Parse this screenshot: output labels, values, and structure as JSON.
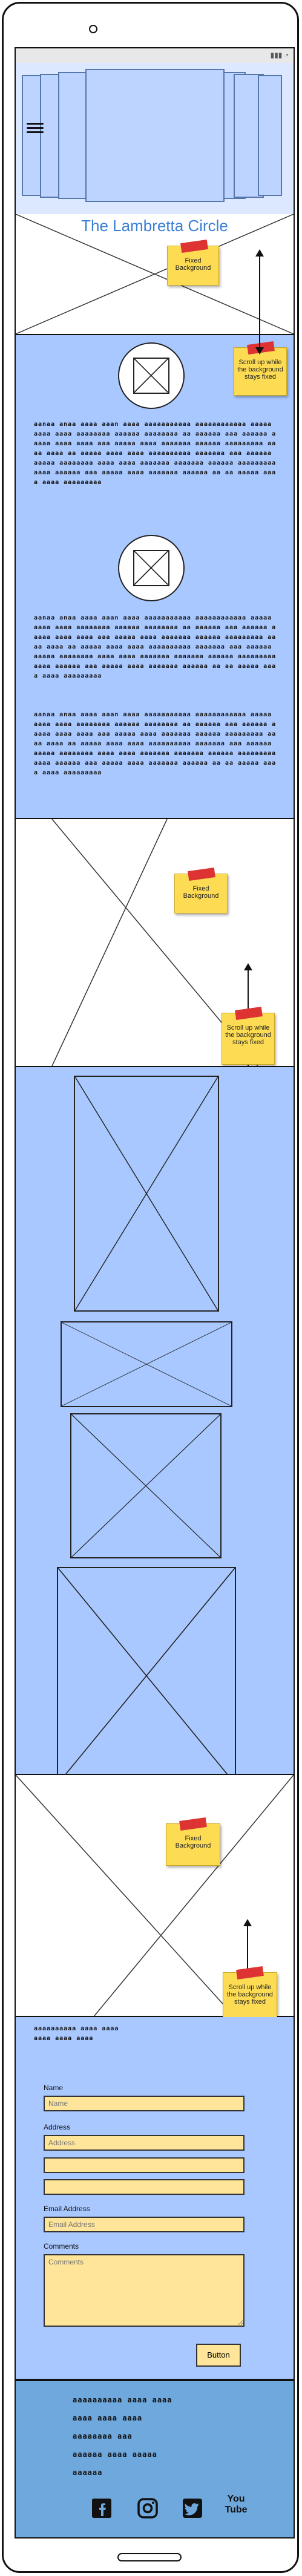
{
  "header": {
    "title": "The Lambretta Circle"
  },
  "notes": {
    "fixed_background": "Fixed Background",
    "scroll_up": "Scroll up while the background stays fixed"
  },
  "content": {
    "scribble_text": "aanaa anaa aaaa aaan aaaa aaaaaaaaaaa aaaaaaaaaaaa aaaaa aaaa aaaa aaaaaaaa aaaaaa aaaaaaaa aa aaaaaa aaa aaaaaa aaaaa aaaa aaaa aaa aaaaa aaaa aaaaaaa aaaaaa aaaaaaaaa aaaa aaaa aa aaaaa aaaa aaaa aaaaaaaaaa aaaaaaa aaa aaaaaa aaaaa aaaaaaaa aaaa aaaa aaaaaaa aaaaaaa aaaaaa aaaaaaaaa aaaa aaaaaa aaa aaaaa aaaa aaaaaaa aaaaaa aa aa aaaaa aaaa aaaa aaaaaaaaa"
  },
  "form": {
    "name_label": "Name",
    "name_placeholder": "Name",
    "address_label": "Address",
    "address_placeholder": "Address",
    "email_label": "Email Address",
    "email_placeholder": "Email Address",
    "comments_label": "Comments",
    "comments_placeholder": "Comments",
    "button_label": "Button"
  },
  "footer": {
    "lines": [
      "aaaaaaaaaa aaaa aaaa",
      "aaaa aaaa aaaa",
      "aaaaaaaa aaa",
      "aaaaaa aaaa aaaaa",
      "aaaaaa"
    ]
  },
  "social": {
    "icons": [
      "facebook-icon",
      "instagram-icon",
      "twitter-icon",
      "youtube-icon"
    ],
    "youtube_text": "You Tube"
  }
}
